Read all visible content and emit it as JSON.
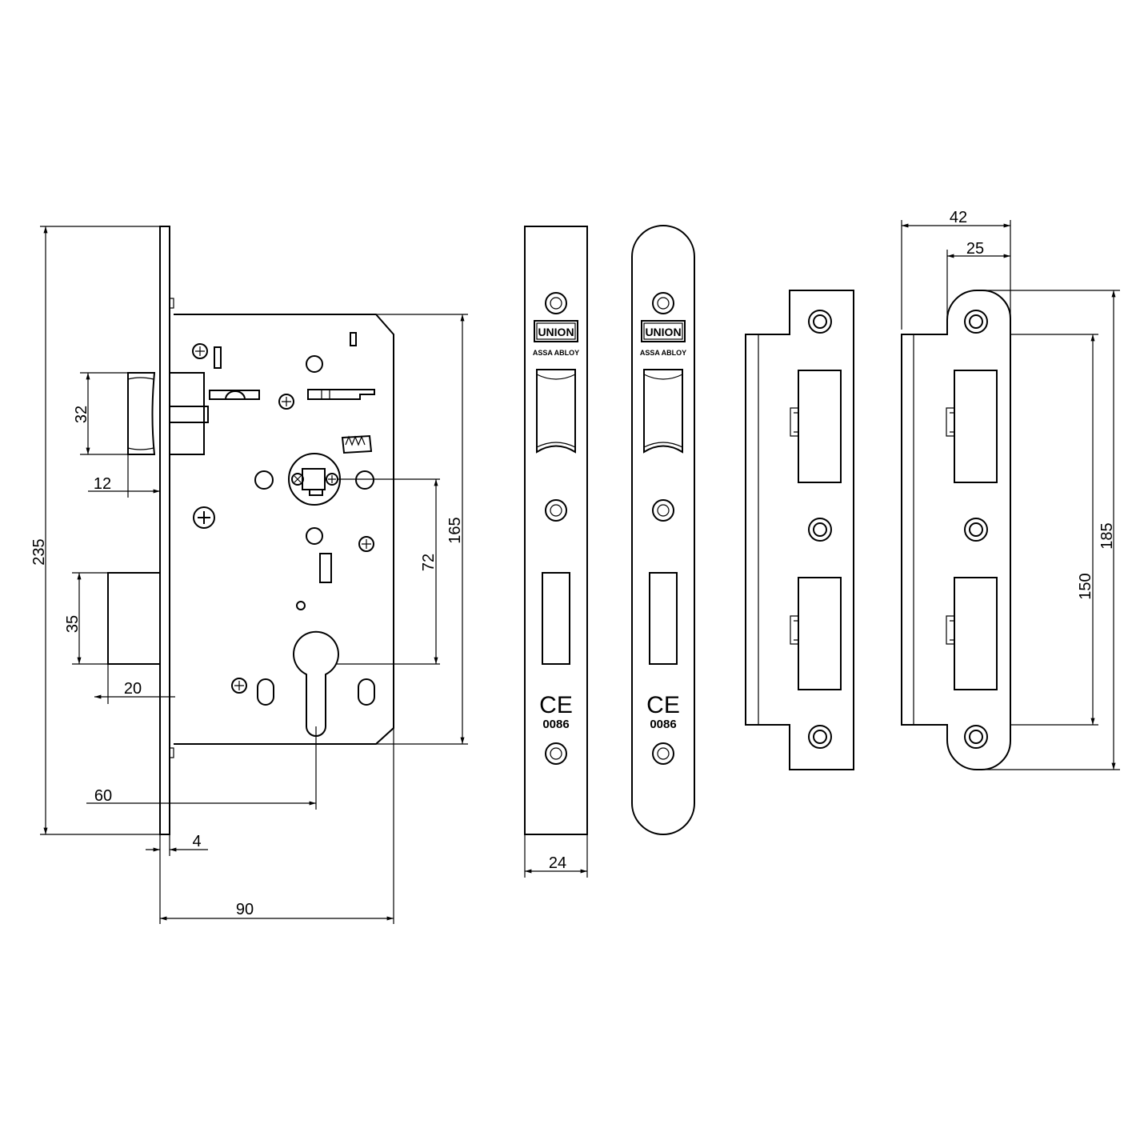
{
  "dimensions": {
    "case_height": "235",
    "latch_height": "32",
    "latch_throw": "12",
    "deadbolt_height": "35",
    "deadbolt_throw": "20",
    "centres": "72",
    "case_height_inner": "165",
    "backset": "60",
    "forend_thickness": "4",
    "case_depth": "90",
    "forend_width": "24",
    "strike_width": "42",
    "strike_inner_width": "25",
    "strike_length": "185",
    "strike_fixing_centres": "150"
  },
  "forend_markings": {
    "brand": "UNION",
    "group": "ASSA ABLOY",
    "ce_mark": "CE",
    "notified_body": "0086"
  }
}
